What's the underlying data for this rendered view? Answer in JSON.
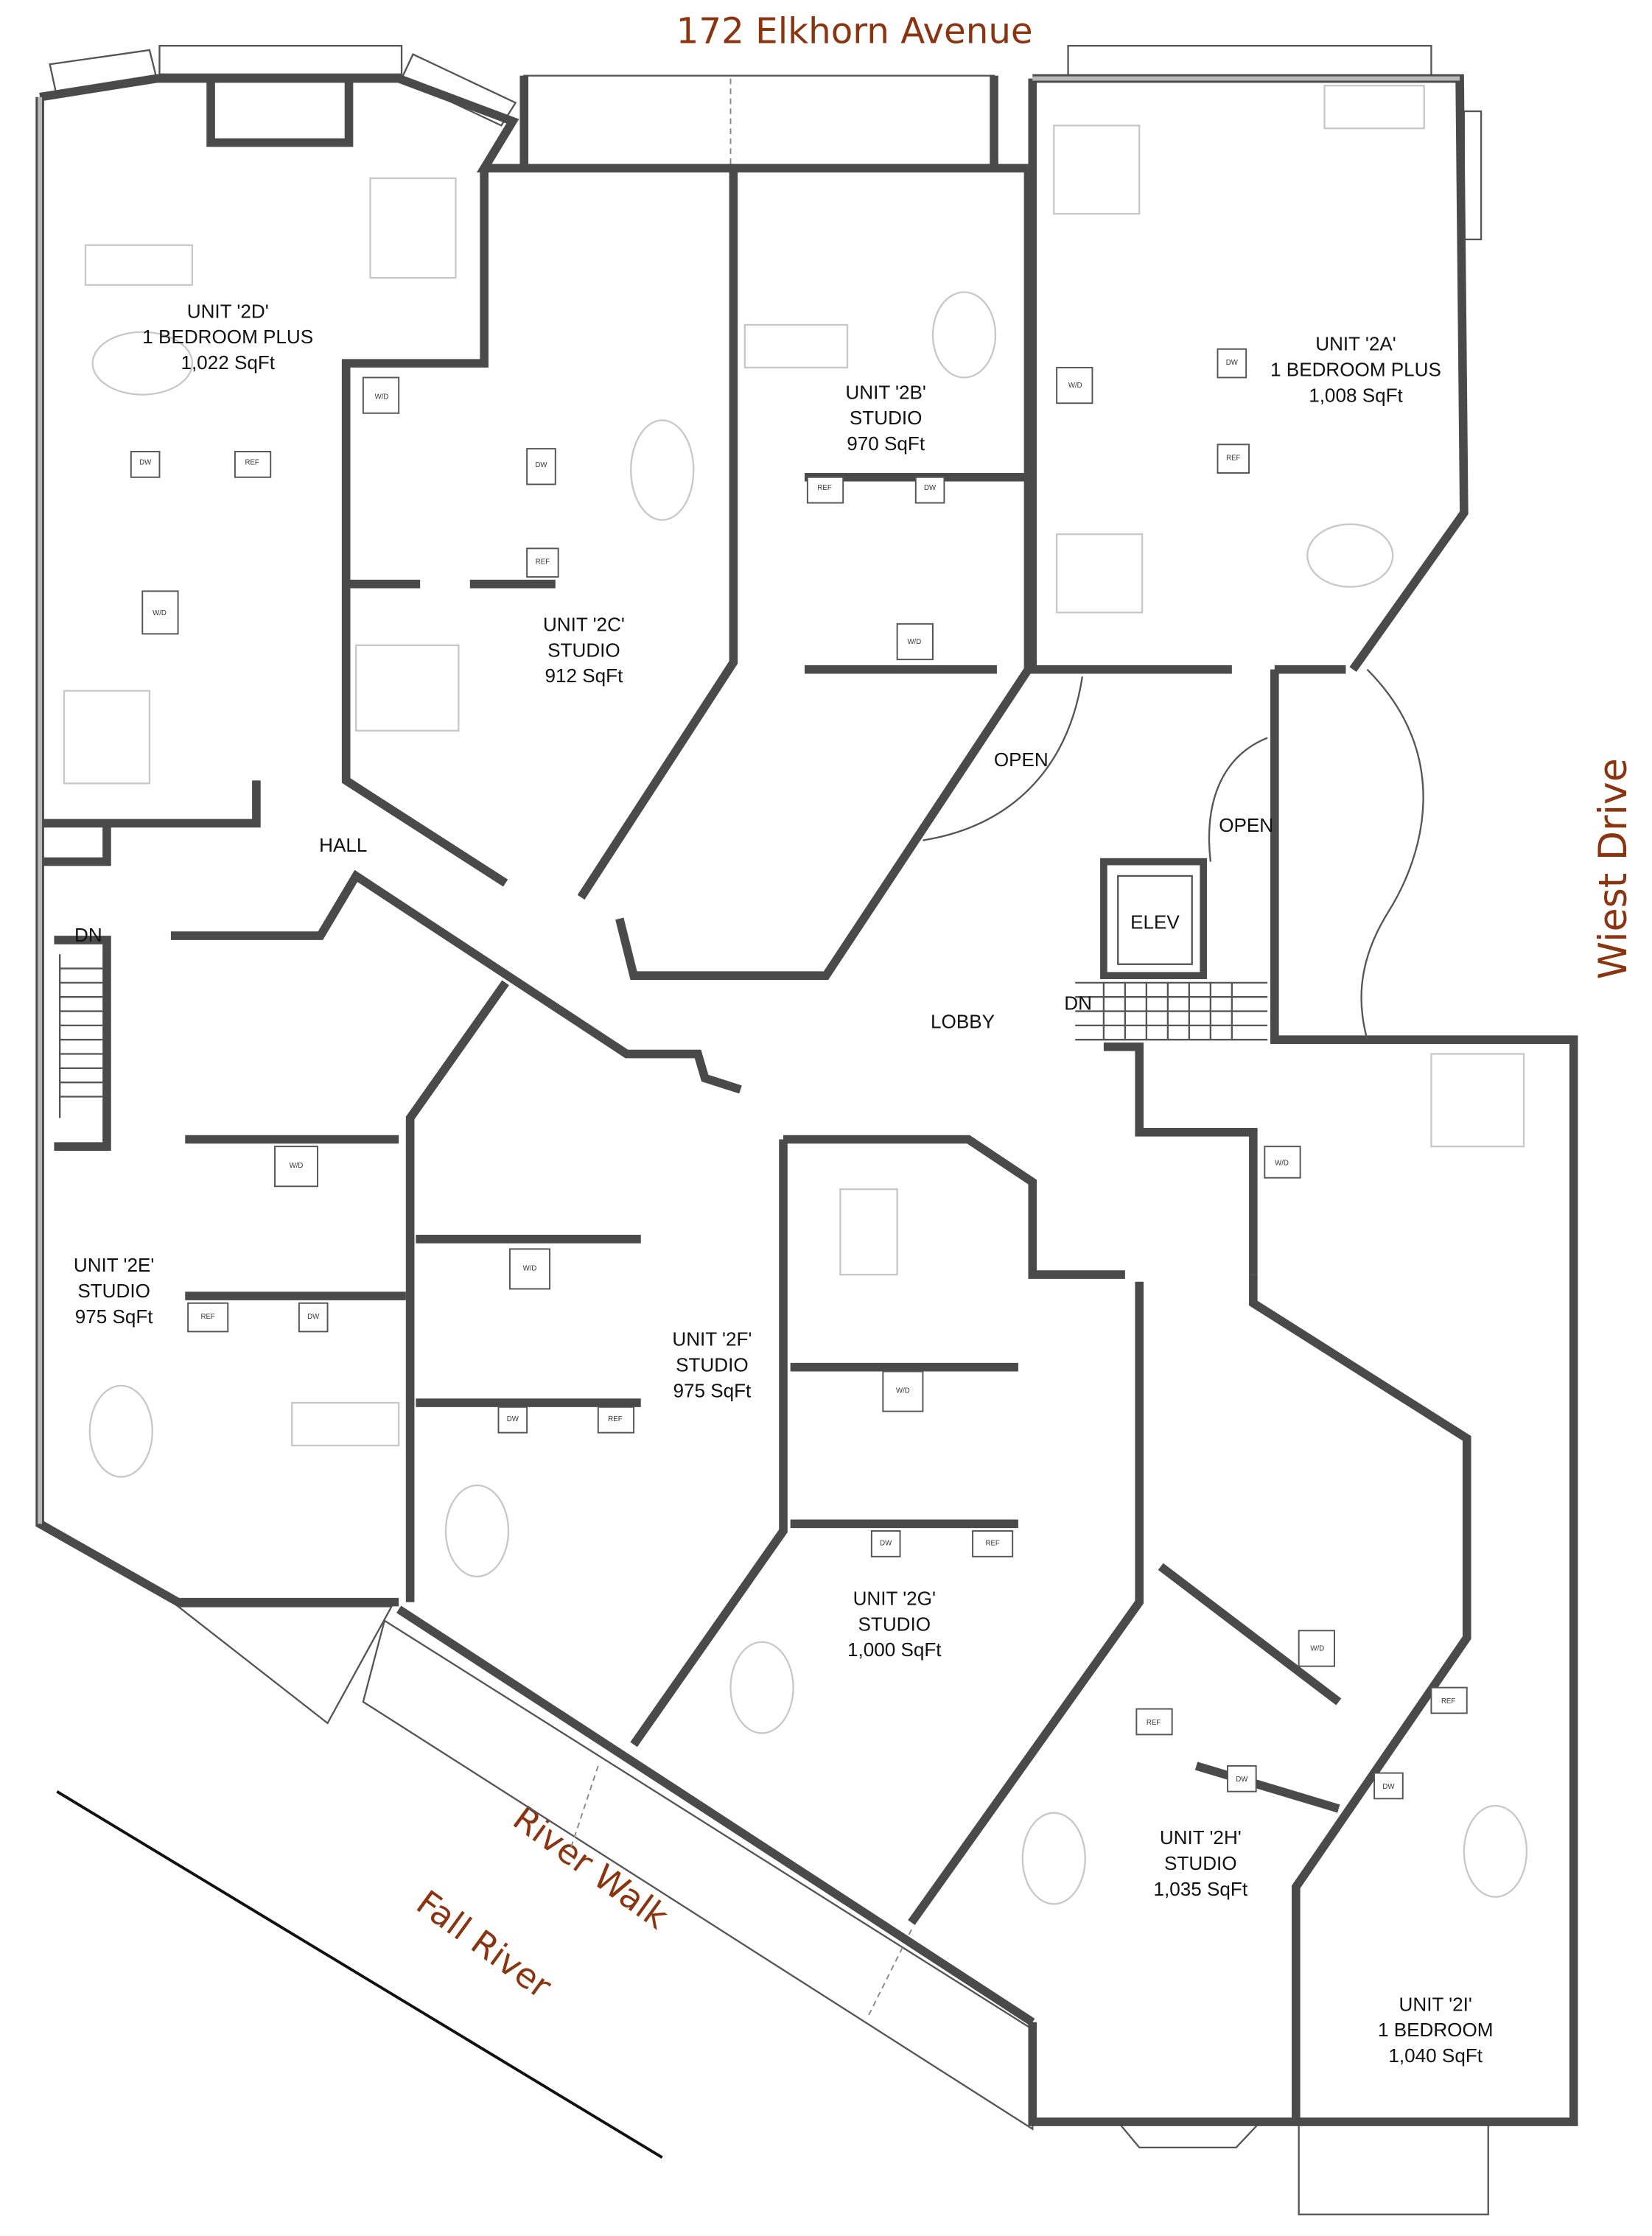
{
  "streets": {
    "top": "172 Elkhorn Avenue",
    "right": "Wiest Drive",
    "walkway": "River Walk",
    "river": "Fall River"
  },
  "units": [
    {
      "name": "UNIT '2D'",
      "type": "1 BEDROOM PLUS",
      "area": "1,022 SqFt"
    },
    {
      "name": "UNIT '2C'",
      "type": "STUDIO",
      "area": "912 SqFt"
    },
    {
      "name": "UNIT '2B'",
      "type": "STUDIO",
      "area": "970 SqFt"
    },
    {
      "name": "UNIT '2A'",
      "type": "1 BEDROOM PLUS",
      "area": "1,008 SqFt"
    },
    {
      "name": "UNIT '2E'",
      "type": "STUDIO",
      "area": "975 SqFt"
    },
    {
      "name": "UNIT '2F'",
      "type": "STUDIO",
      "area": "975 SqFt"
    },
    {
      "name": "UNIT '2G'",
      "type": "STUDIO",
      "area": "1,000 SqFt"
    },
    {
      "name": "UNIT '2H'",
      "type": "STUDIO",
      "area": "1,035 SqFt"
    },
    {
      "name": "UNIT '2I'",
      "type": "1 BEDROOM",
      "area": "1,040 SqFt"
    }
  ],
  "areas": {
    "hall": "HALL",
    "lobby": "LOBBY",
    "open": "OPEN",
    "elevator": "ELEV",
    "stair_down": "DN"
  },
  "fixtures": {
    "ref": "REF",
    "dw": "DW",
    "wd": "W/D"
  },
  "colors": {
    "street_label": "#8a3510",
    "wall": "#4a4a4a"
  }
}
